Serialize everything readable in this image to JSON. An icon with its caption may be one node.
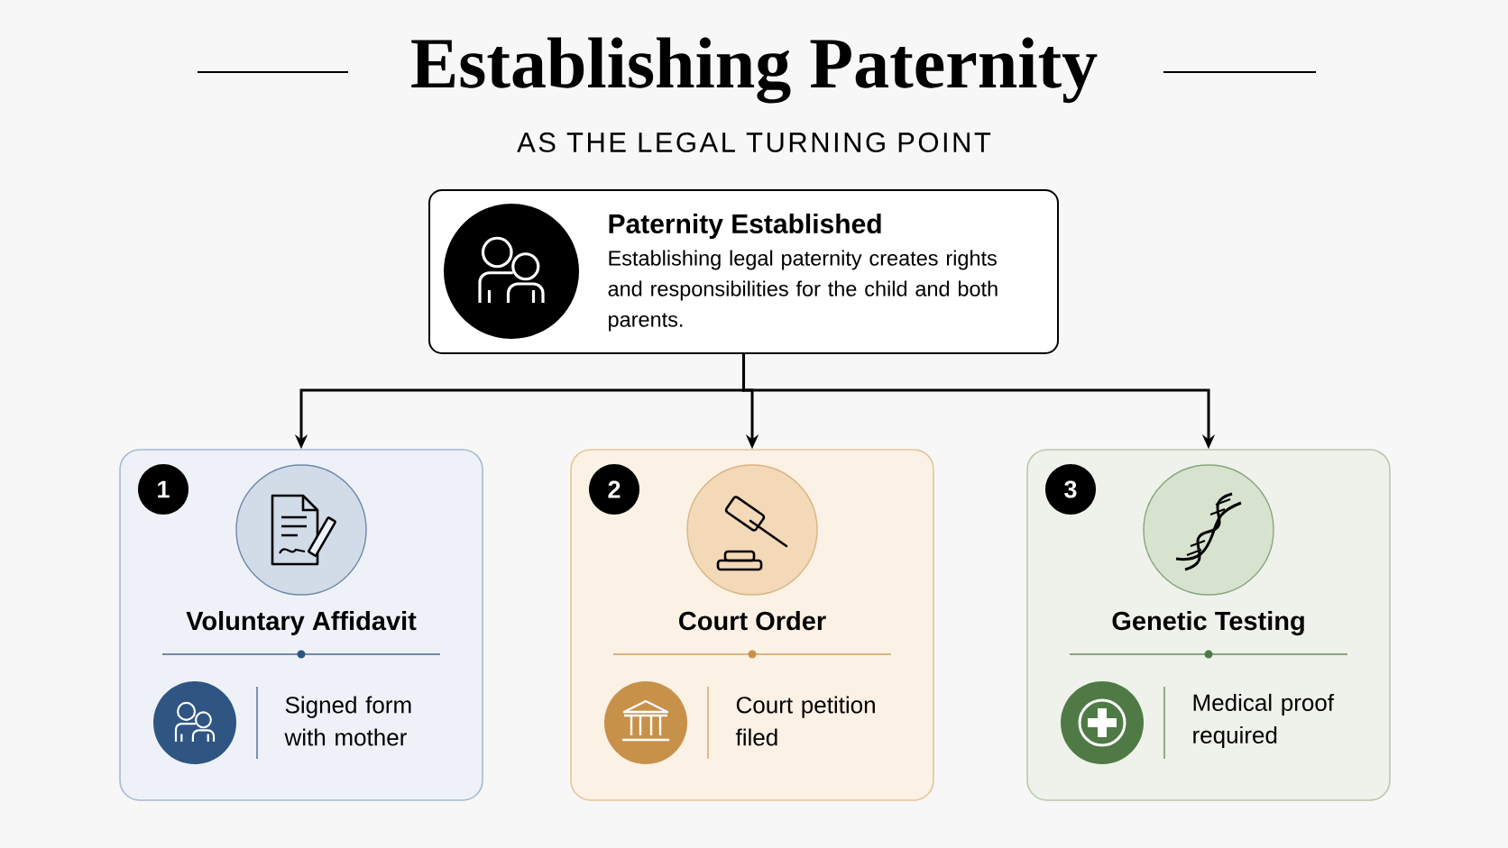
{
  "diagram": {
    "title": "Establishing Paternity",
    "nodes": [
      {
        "text": [
          "Paternity Established",
          "Establishing legal paternity creates rights and responsibilities for the child and both parents."
        ]
      },
      {
        "text": [
          "1",
          "Voluntary Affidavit",
          "Signed form with mother"
        ]
      },
      {
        "text": [
          "2",
          "Court Order",
          "Court petition filed"
        ]
      },
      {
        "text": [
          "3",
          "Genetic Testing",
          "Medical proof required"
        ]
      }
    ],
    "edges": [
      {
        "from": 0,
        "to": 1,
        "arrow": "to"
      },
      {
        "from": 0,
        "to": 2,
        "arrow": "to"
      },
      {
        "from": 0,
        "to": 3,
        "arrow": "to"
      }
    ],
    "labels": [
      "AS THE LEGAL TURNING POINT"
    ]
  }
}
